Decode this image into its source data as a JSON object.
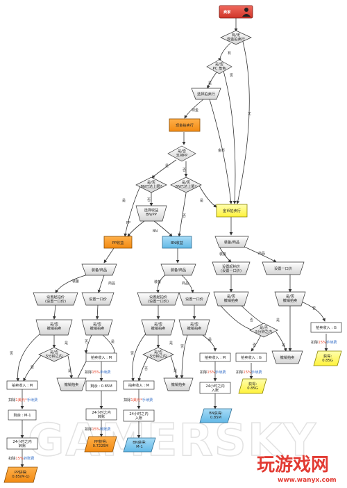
{
  "seller": "卖家",
  "diamonds": {
    "d1": "有/无\n现金拍卖行",
    "d2": "是/否\nPC 角色",
    "d3": "是/否\n支持PP",
    "d4": "是/否\n8N已达上限?",
    "d5": "是/否\n8N已达上限?",
    "d6": "是/否\n5分钟之内",
    "d7": "是/否\n5分钟之内",
    "d8": "是/否\n5分钟之内"
  },
  "process": {
    "choose_auction": "选择拍卖行",
    "choose_currency": "选择收益\nBN/PP",
    "equip_goods_1": "装备/商品",
    "equip_goods_2": "装备/商品",
    "equip_goods_3": "装备/商品",
    "set_start_price_1": "设置起拍价\n(设置一口价)",
    "set_buyout_1": "设置一口价",
    "set_start_price_2": "设置起拍价\n(设置一口价)",
    "set_buyout_2": "设置一口价",
    "set_start_price_3": "设置起拍价\n(设置一口价)",
    "set_buyout_3": "设置一口价",
    "cancel_q_1": "是/否\n撤销拍卖",
    "cancel_q_2": "是/否\n撤销拍卖",
    "cancel_q_3": "是/否\n撤销拍卖",
    "cancel_q_4": "是/否\n撤销拍卖",
    "cancel_q_5": "是/否\n撤销拍卖",
    "cancel_q_6": "是/否\n撤销拍卖",
    "cancel_1": "撤销拍卖",
    "cancel_2": "撤销拍卖",
    "cancel_3": "撤销拍卖",
    "within_24_1": "24小时之内\n转账",
    "within_24_2": "24小时之内\n转账",
    "within_24_3": "24小时之内\n入账",
    "within_24_4": "24小时之内\n入账"
  },
  "auction_houses": {
    "cash": "现金拍卖行",
    "pp": "PP收益",
    "bn": "BN收益",
    "gold": "金币拍卖行"
  },
  "values": {
    "income_m_1": "拍卖收入 : M",
    "income_m_2": "拍卖收入 : M",
    "income_m_3": "拍卖收入 : M",
    "income_m_4": "拍卖收入 : M",
    "income_g_1": "拍卖收入 : G",
    "income_g_2": "拍卖收入 : G",
    "remain_1": "剩余 : M-1",
    "remain_2": "剩余 : 0.85M",
    "deduct_15_prefix": "扣除",
    "deduct_15_pct": "15%",
    "deduct_15_suffix": "手续费",
    "deduct_1_prefix": "扣除",
    "deduct_1_pct": "1美元*",
    "deduct_1_suffix": "手续费",
    "deduct_15_pp_prefix": "扣除",
    "deduct_15_pp_pct": "15%",
    "deduct_15_pp_suffix": "转账费"
  },
  "results": {
    "pp_1": "PP获得:\n0.85(M-1)",
    "pp_2": "PP获得:\n0.7225M",
    "bn_1": "BN获得:\nM-1",
    "bn_2": "BN获得:\n0.85M",
    "gold_1": "获得:\n0.85G",
    "gold_2": "获得:\n0.85G"
  },
  "edges": {
    "have": "有",
    "none": "无",
    "yes": "是",
    "no": "否",
    "cash": "现金",
    "gold": "金币",
    "pp": "PP",
    "bn": "BN",
    "equip": "装备",
    "goods": "商品"
  },
  "watermark": "GAMERSKY",
  "logo": {
    "title": "玩游戏网",
    "url": "www.wanyx.com"
  },
  "colors": {
    "seller": "#e04a3f",
    "orange": "#f7941d",
    "blue": "#7cc7ee",
    "yellow": "#fffb7a",
    "gray_fill": "#e6e6e6",
    "accent_red": "#e8432a",
    "accent_blue": "#3b73c9"
  }
}
